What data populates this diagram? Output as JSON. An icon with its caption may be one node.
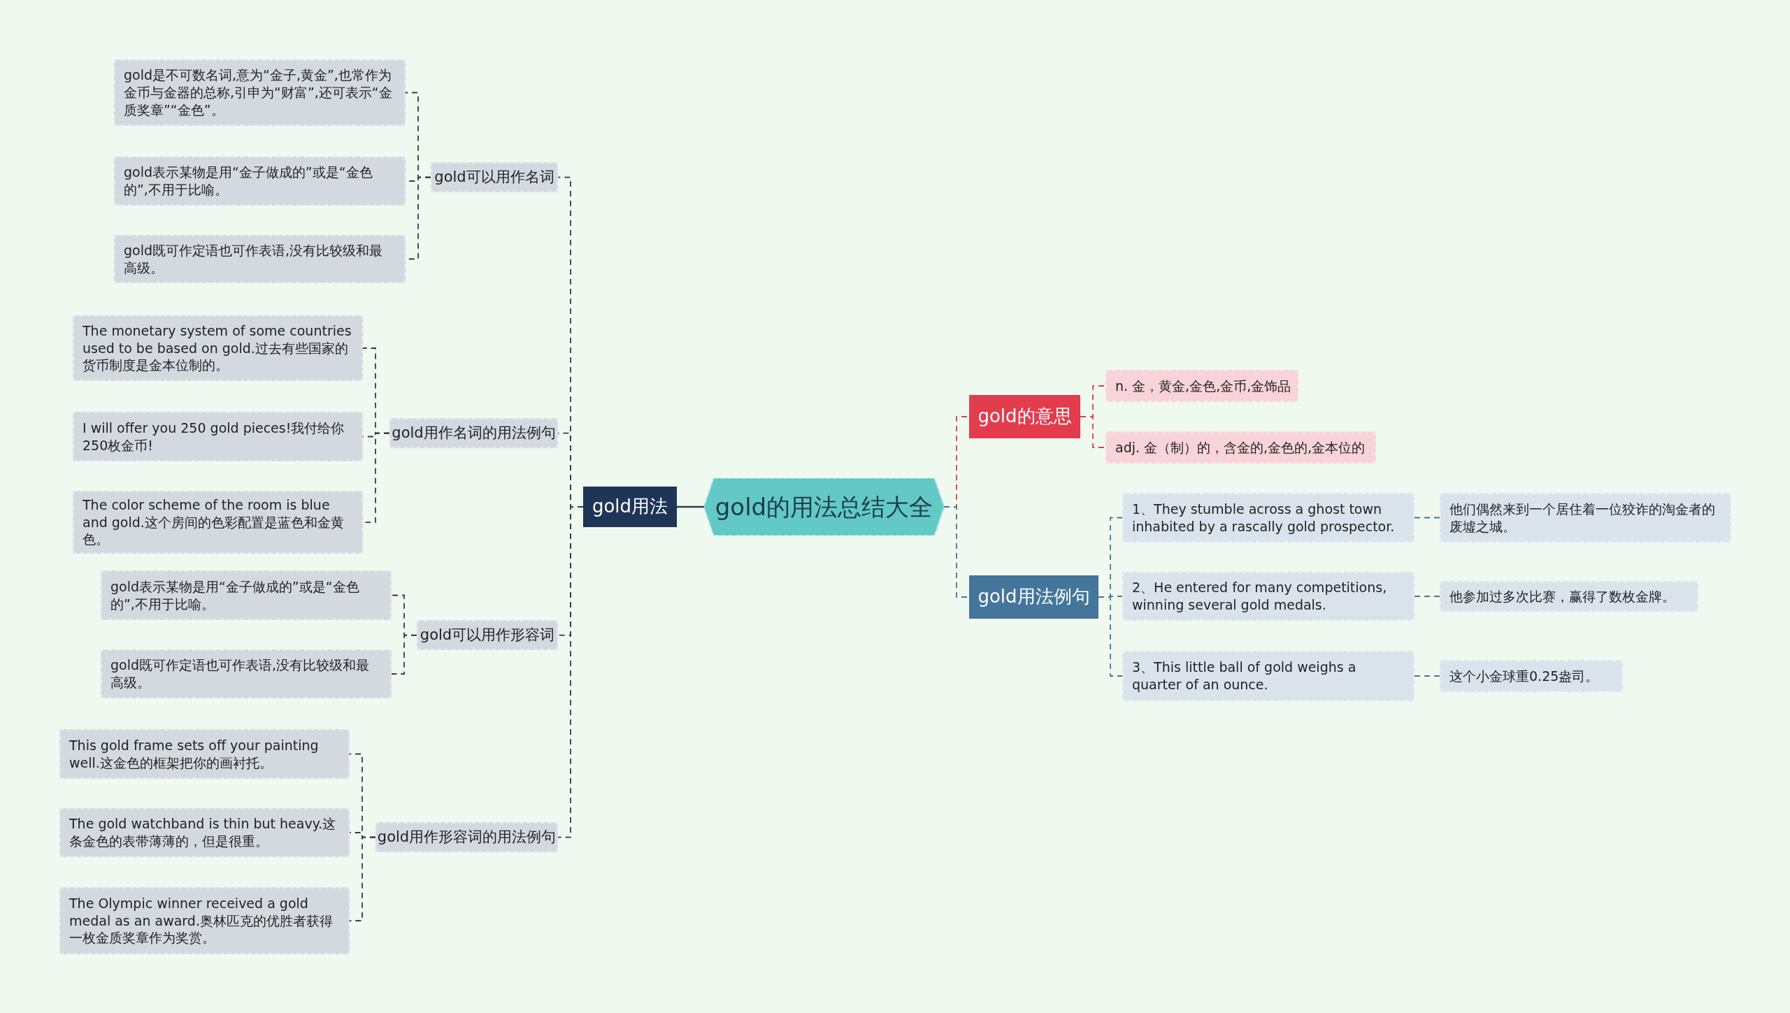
{
  "diagram": {
    "nodes": [
      {
        "text": [
          "gold的用法总结大全"
        ]
      },
      {
        "text": [
          "gold用法"
        ]
      },
      {
        "text": [
          "gold可以用作名词"
        ]
      },
      {
        "text": [
          "gold是不可数名词,意为“金子,黄金”,也常作为金币与金器的总称,引申为“财富”,还可表示“金质奖章”“金色”。"
        ]
      },
      {
        "text": [
          "gold表示某物是用“金子做成的”或是“金色的”,不用于比喻。"
        ]
      },
      {
        "text": [
          "gold既可作定语也可作表语,没有比较级和最高级。"
        ]
      },
      {
        "text": [
          "gold用作名词的用法例句"
        ]
      },
      {
        "text": [
          "The monetary system of some countries used to be based on gold.过去有些国家的货币制度是金本位制的。"
        ]
      },
      {
        "text": [
          "I will offer you 250 gold pieces!我付给你250枚金币!"
        ]
      },
      {
        "text": [
          "The color scheme of the room is blue and gold.这个房间的色彩配置是蓝色和金黄色。"
        ]
      },
      {
        "text": [
          "gold可以用作形容词"
        ]
      },
      {
        "text": [
          "gold表示某物是用“金子做成的”或是“金色的”,不用于比喻。"
        ]
      },
      {
        "text": [
          "gold既可作定语也可作表语,没有比较级和最高级。"
        ]
      },
      {
        "text": [
          "gold用作形容词的用法例句"
        ]
      },
      {
        "text": [
          "This gold frame sets off your painting well.这金色的框架把你的画衬托。"
        ]
      },
      {
        "text": [
          "The gold watchband is thin but heavy.这条金色的表带薄薄的，但是很重。"
        ]
      },
      {
        "text": [
          "The Olympic winner received a gold medal as an award.奥林匹克的优胜者获得一枚金质奖章作为奖赏。"
        ]
      },
      {
        "text": [
          "gold的意思"
        ]
      },
      {
        "text": [
          "n. 金，黄金,金色,金币,金饰品"
        ]
      },
      {
        "text": [
          "adj. 金（制）的，含金的,金色的,金本位的"
        ]
      },
      {
        "text": [
          "gold用法例句"
        ]
      },
      {
        "text": [
          "1、They stumble across a ghost town inhabited by a rascally gold prospector."
        ]
      },
      {
        "text": [
          "2、He entered for many competitions, winning several gold medals."
        ]
      },
      {
        "text": [
          "3、This little ball of gold weighs a quarter of an ounce."
        ]
      },
      {
        "text": [
          "他们偶然来到一个居住着一位狡诈的淘金者的废墟之城。"
        ]
      },
      {
        "text": [
          "他参加过多次比赛，赢得了数枚金牌。"
        ]
      },
      {
        "text": [
          "这个小金球重0.25盎司。"
        ]
      }
    ],
    "edges": [
      {
        "from": 0,
        "to": 1,
        "arrow": "none"
      },
      {
        "from": 1,
        "to": 2,
        "arrow": "none",
        "style": "dashed"
      },
      {
        "from": 2,
        "to": 3,
        "arrow": "none",
        "style": "dashed"
      },
      {
        "from": 2,
        "to": 4,
        "arrow": "none",
        "style": "dashed"
      },
      {
        "from": 2,
        "to": 5,
        "arrow": "none",
        "style": "dashed"
      },
      {
        "from": 1,
        "to": 6,
        "arrow": "none",
        "style": "dashed"
      },
      {
        "from": 6,
        "to": 7,
        "arrow": "none",
        "style": "dashed"
      },
      {
        "from": 6,
        "to": 8,
        "arrow": "none",
        "style": "dashed"
      },
      {
        "from": 6,
        "to": 9,
        "arrow": "none",
        "style": "dashed"
      },
      {
        "from": 1,
        "to": 10,
        "arrow": "none",
        "style": "dashed"
      },
      {
        "from": 10,
        "to": 11,
        "arrow": "none",
        "style": "dashed"
      },
      {
        "from": 10,
        "to": 12,
        "arrow": "none",
        "style": "dashed"
      },
      {
        "from": 1,
        "to": 13,
        "arrow": "none",
        "style": "dashed"
      },
      {
        "from": 13,
        "to": 14,
        "arrow": "none",
        "style": "dashed"
      },
      {
        "from": 13,
        "to": 15,
        "arrow": "none",
        "style": "dashed"
      },
      {
        "from": 13,
        "to": 16,
        "arrow": "none",
        "style": "dashed"
      },
      {
        "from": 0,
        "to": 17,
        "arrow": "none",
        "style": "dashed",
        "color": "#d9404f"
      },
      {
        "from": 17,
        "to": 18,
        "arrow": "none",
        "style": "dashed",
        "color": "#d9404f"
      },
      {
        "from": 17,
        "to": 19,
        "arrow": "none",
        "style": "dashed",
        "color": "#d9404f"
      },
      {
        "from": 0,
        "to": 20,
        "arrow": "none",
        "style": "dashed",
        "color": "#4a7394"
      },
      {
        "from": 20,
        "to": 21,
        "arrow": "none",
        "style": "dashed",
        "color": "#4a7394"
      },
      {
        "from": 20,
        "to": 22,
        "arrow": "none",
        "style": "dashed",
        "color": "#4a7394"
      },
      {
        "from": 20,
        "to": 23,
        "arrow": "none",
        "style": "dashed",
        "color": "#4a7394"
      },
      {
        "from": 21,
        "to": 24,
        "arrow": "none",
        "style": "dashed",
        "color": "#4a7394"
      },
      {
        "from": 22,
        "to": 25,
        "arrow": "none",
        "style": "dashed",
        "color": "#4a7394"
      },
      {
        "from": 23,
        "to": 26,
        "arrow": "none",
        "style": "dashed",
        "color": "#4a7394"
      }
    ]
  }
}
